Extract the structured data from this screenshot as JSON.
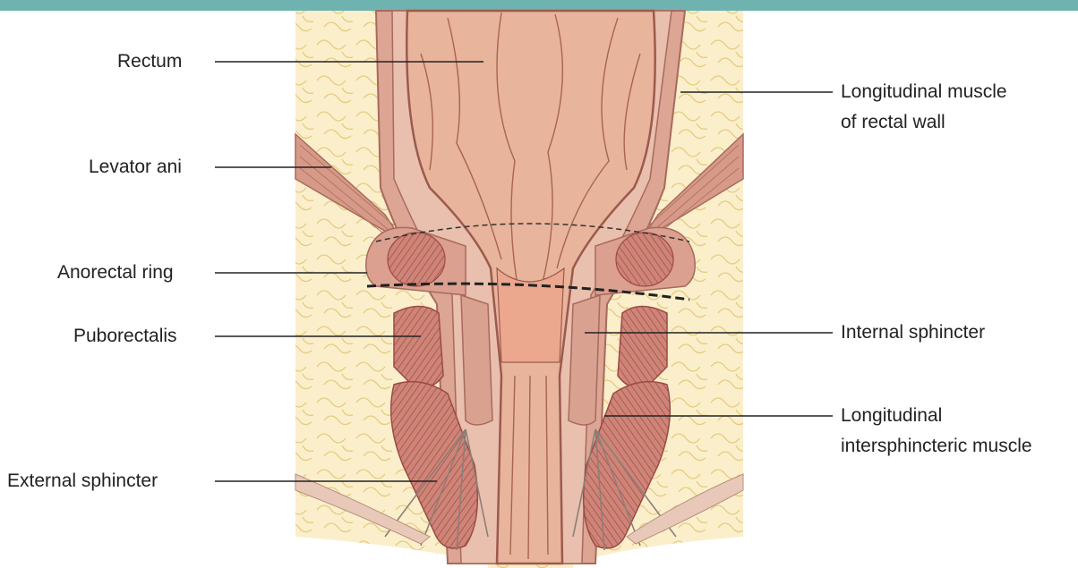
{
  "labels": {
    "rectum": "Rectum",
    "levator_ani": "Levator ani",
    "anorectal_ring": "Anorectal ring",
    "puborectalis": "Puborectalis",
    "external_sphincter": "External sphincter",
    "longitudinal_muscle_line1": "Longitudinal muscle",
    "longitudinal_muscle_line2": "of rectal wall",
    "internal_sphincter": "Internal sphincter",
    "longitudinal_inter_line1": "Longitudinal",
    "longitudinal_inter_line2": "intersphincteric muscle"
  },
  "colors": {
    "header_bar": "#6fb3b0",
    "fat_background": "#fbeecb",
    "fat_lobule_lines": "#e4cc7e",
    "rectum_mucosa": "#e8b49c",
    "muscle_pink": "#d79a88",
    "sphincter_dark": "#c97a70",
    "leader_line": "#222222"
  }
}
